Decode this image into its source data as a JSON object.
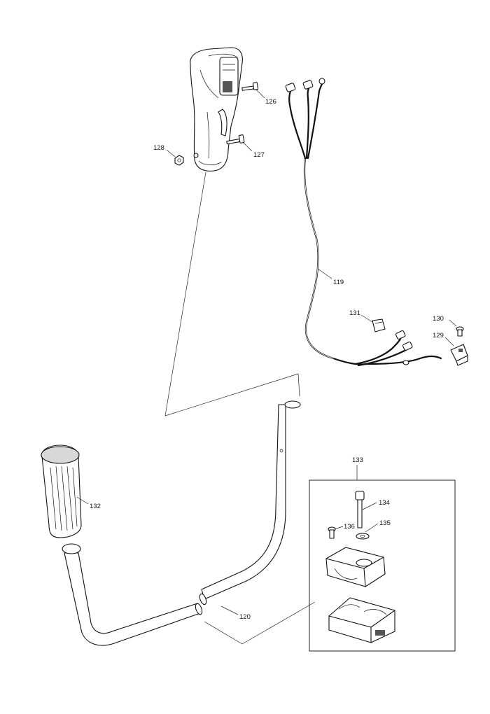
{
  "parts": {
    "p119": "119",
    "p120": "120",
    "p126": "126",
    "p127": "127",
    "p128": "128",
    "p129": "129",
    "p130": "130",
    "p131": "131",
    "p132": "132",
    "p133": "133",
    "p134": "134",
    "p135": "135",
    "p136": "136"
  }
}
